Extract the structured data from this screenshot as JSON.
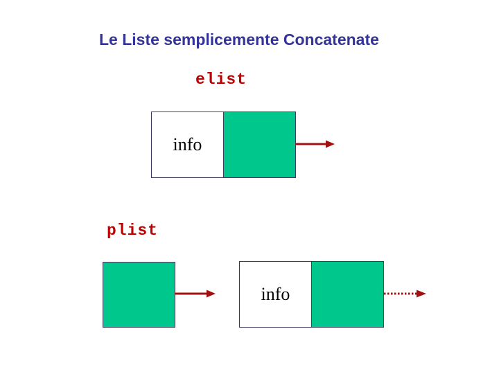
{
  "slide": {
    "title": "Le Liste semplicemente Concatenate",
    "background_color": "#ffffff",
    "title_color": "#333399"
  },
  "palette": {
    "title_blue": "#333399",
    "label_red": "#C00000",
    "arrow_red": "#A01010",
    "pointer_green": "#00C88C",
    "box_border": "#3F3A5F",
    "info_text": "#000000"
  },
  "diagrams": [
    {
      "id": "elist-diagram",
      "variable_label": "elist",
      "node": {
        "info_label": "info",
        "pointer_cell": "",
        "pointer_fill": "#00C88C"
      },
      "arrow": {
        "style": "solid",
        "direction": "right",
        "color": "#A01010"
      }
    },
    {
      "id": "plist-diagram",
      "variable_label": "plist",
      "pointer_box": {
        "fill": "#00C88C",
        "label": ""
      },
      "link_arrow": {
        "style": "solid",
        "direction": "right",
        "color": "#A01010"
      },
      "node": {
        "info_label": "info",
        "pointer_cell": "",
        "pointer_fill": "#00C88C"
      },
      "tail_arrow": {
        "style": "dotted",
        "direction": "right",
        "color": "#A01010"
      }
    }
  ]
}
